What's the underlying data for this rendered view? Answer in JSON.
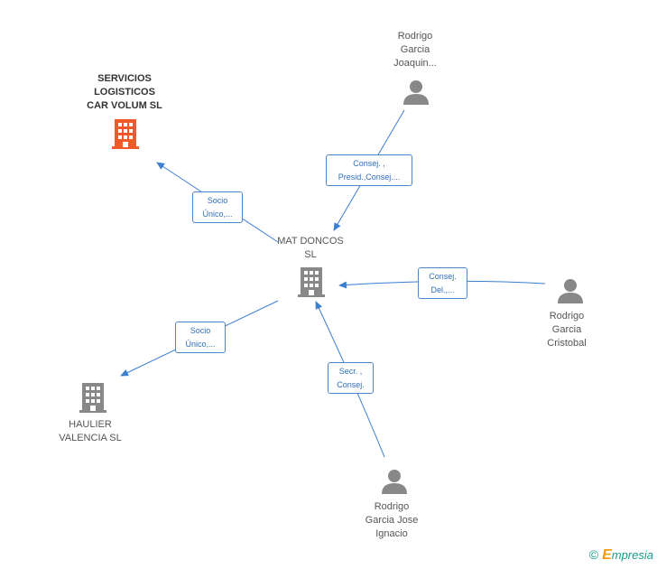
{
  "colors": {
    "edge": "#3b7fd0",
    "person_icon": "#888888",
    "company_icon": "#888888",
    "highlight_company_icon": "#f05a2a"
  },
  "nodes": {
    "servicios": {
      "lines": [
        "SERVICIOS",
        "LOGISTICOS",
        "CAR VOLUM SL"
      ],
      "icon": "building-icon"
    },
    "mat_doncos": {
      "lines": [
        "MAT DONCOS",
        "SL"
      ],
      "icon": "building-icon"
    },
    "haulier": {
      "lines": [
        "HAULIER",
        "VALENCIA SL"
      ],
      "icon": "building-icon"
    },
    "rodrigo_joaquin": {
      "lines": [
        "Rodrigo",
        "Garcia",
        "Joaquin..."
      ],
      "icon": "person-icon"
    },
    "rodrigo_cristobal": {
      "lines": [
        "Rodrigo",
        "Garcia",
        "Cristobal"
      ],
      "icon": "person-icon"
    },
    "rodrigo_jose": {
      "lines": [
        "Rodrigo",
        "Garcia Jose",
        "Ignacio"
      ],
      "icon": "person-icon"
    }
  },
  "edges": {
    "to_servicios": [
      "Socio",
      "Único,..."
    ],
    "to_haulier": [
      "Socio",
      "Único,..."
    ],
    "from_joaquin": [
      "Consej. ,",
      "Presid.,Consej...."
    ],
    "from_cristobal": [
      "Consej.",
      "Del.,..."
    ],
    "from_jose": [
      "Secr. ,",
      "Consej."
    ]
  },
  "footer": {
    "copyright": "©",
    "brand_e": "E",
    "brand_rest": "mpresia"
  }
}
